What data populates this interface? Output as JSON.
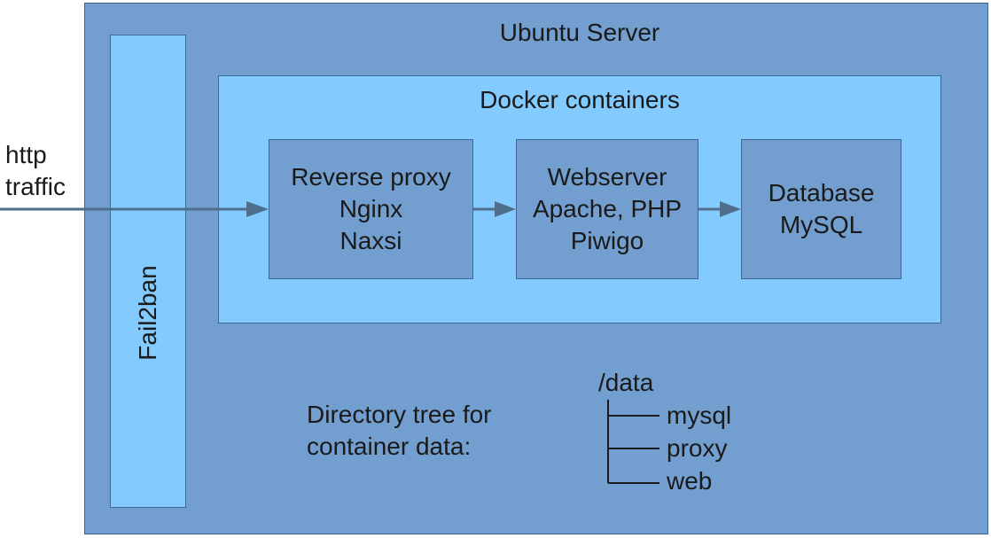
{
  "server": {
    "title": "Ubuntu Server"
  },
  "fail2ban": {
    "label": "Fail2ban"
  },
  "docker": {
    "title": "Docker containers",
    "containers": [
      {
        "lines": [
          "Reverse proxy",
          "Nginx",
          "Naxsi"
        ]
      },
      {
        "lines": [
          "Webserver",
          "Apache, PHP",
          "Piwigo"
        ]
      },
      {
        "lines": [
          "Database",
          "MySQL"
        ]
      }
    ]
  },
  "traffic": {
    "lines": [
      "http",
      "traffic"
    ]
  },
  "directory": {
    "label_lines": [
      "Directory tree for",
      "container data:"
    ],
    "root": "/data",
    "children": [
      "mysql",
      "proxy",
      "web"
    ]
  },
  "colors": {
    "server_fill": "#729fcf",
    "inner_fill": "#83caff",
    "border": "#3f6796",
    "arrow": "#4f6e8c"
  }
}
